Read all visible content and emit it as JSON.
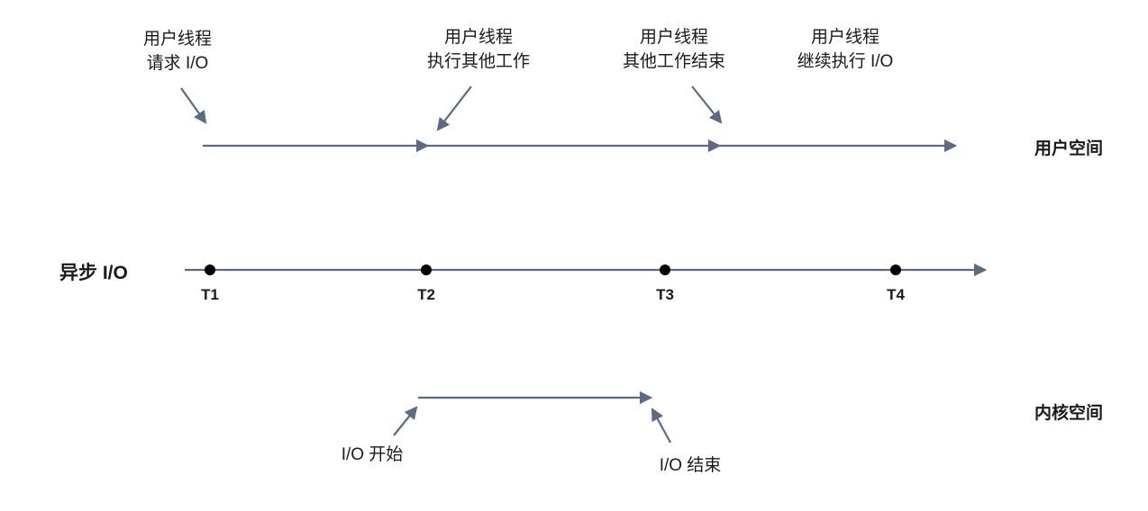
{
  "diagram": {
    "series_title": "异步 I/O",
    "user_space_label": "用户空间",
    "kernel_space_label": "内核空间",
    "annotations": [
      {
        "line1": "用户线程",
        "line2": "请求 I/O"
      },
      {
        "line1": "用户线程",
        "line2": "执行其他工作"
      },
      {
        "line1": "用户线程",
        "line2": "其他工作结束"
      },
      {
        "line1": "用户线程",
        "line2": "继续执行 I/O"
      }
    ],
    "ticks": [
      "T1",
      "T2",
      "T3",
      "T4"
    ],
    "kernel_io_start_label": "I/O 开始",
    "kernel_io_end_label": "I/O 结束",
    "colors": {
      "line": "#5b6b82",
      "dot": "#000000",
      "text": "#1a1a1a"
    }
  }
}
